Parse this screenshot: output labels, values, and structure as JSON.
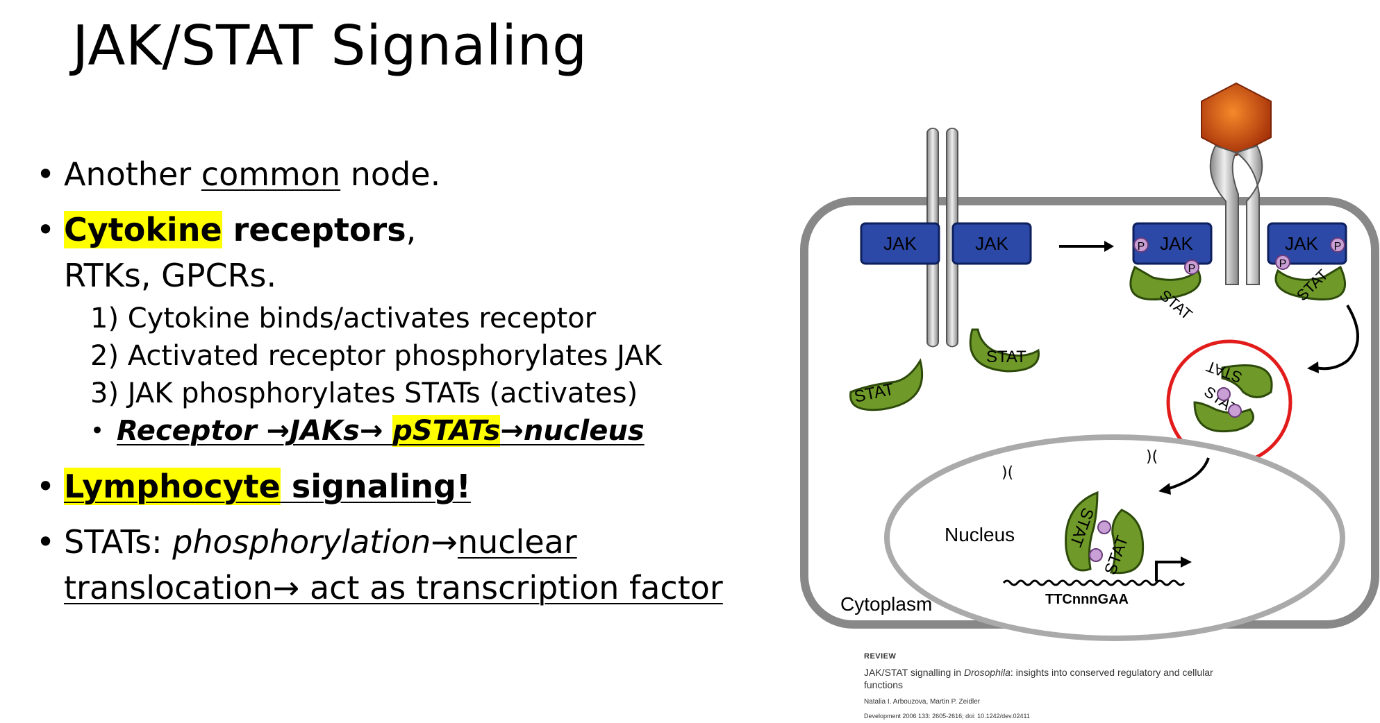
{
  "slide": {
    "title": "JAK/STAT Signaling",
    "b1": {
      "pre": "Another ",
      "u": "common",
      "post": " node."
    },
    "b2": {
      "hl": "Cytokine",
      "bold": " receptors",
      "post": ",",
      "line2": "RTKs, GPCRs."
    },
    "steps": [
      "1) Cytokine binds/activates receptor",
      "2)   Activated receptor phosphorylates JAK",
      "3)   JAK phosphorylates STATs (activates)"
    ],
    "flow": {
      "a": "Receptor →JAKs→ ",
      "hl": "pSTATs",
      "b": "→nucleus"
    },
    "b3": {
      "hl": "Lymphocyte",
      "rest": " signaling!"
    },
    "b4": {
      "pre": "STATs: ",
      "it": "phosphorylation",
      "arrow": "→",
      "u1": "nuclear",
      "line2": "translocation→ act as transcription factor"
    }
  },
  "diagram": {
    "jak": "JAK",
    "stat": "STAT",
    "p": "P",
    "nucleus": "Nucleus",
    "cytoplasm": "Cytoplasm",
    "seq": "TTCnnnGAA",
    "colors": {
      "jak": "#2c49a8",
      "stat": "#6f9a2a",
      "p": "#c9a0d6",
      "ligand": "#d8520f",
      "highlight": "#e21b1b"
    }
  },
  "citation": {
    "label": "REVIEW",
    "title_a": "JAK/STAT signalling in ",
    "title_it": "Drosophila",
    "title_b": ": insights into conserved regulatory and cellular functions",
    "authors": "Natalia I. Arbouzova, Martin P. Zeidler",
    "journal": "Development 2006 133: 2605-2616; doi: 10.1242/dev.02411"
  }
}
